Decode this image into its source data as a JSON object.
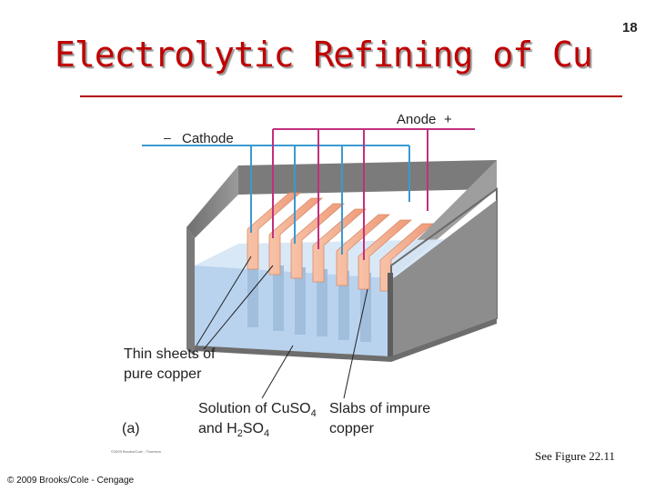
{
  "slide": {
    "number": "18",
    "title": "Electrolytic Refining of Cu",
    "reference": "See Figure 22.11",
    "copyright": "© 2009 Brooks/Cole - Cengage",
    "figure_credit": "©2009 Brooks/Cole - Thomson"
  },
  "diagram": {
    "cathode_sign": "–",
    "cathode_label": "Cathode",
    "anode_label": "Anode",
    "anode_sign": "+",
    "thin_sheets_line1": "Thin sheets of",
    "thin_sheets_line2": "pure copper",
    "solution_line1_prefix": "Solution of CuSO",
    "solution_line1_sub": "4",
    "solution_line2_prefix": "and H",
    "solution_line2_sub1": "2",
    "solution_line2_mid": "SO",
    "solution_line2_sub2": "4",
    "slabs_line1": "Slabs of impure",
    "slabs_line2": "copper",
    "panel_label": "(a)",
    "colors": {
      "cathode_wire": "#3a9ad0",
      "anode_wire": "#c2307e",
      "copper_slab": "#f2a98a",
      "solution": "#b9d3ee",
      "tank_gray": "#8c8c8c",
      "title": "#c00000"
    }
  }
}
